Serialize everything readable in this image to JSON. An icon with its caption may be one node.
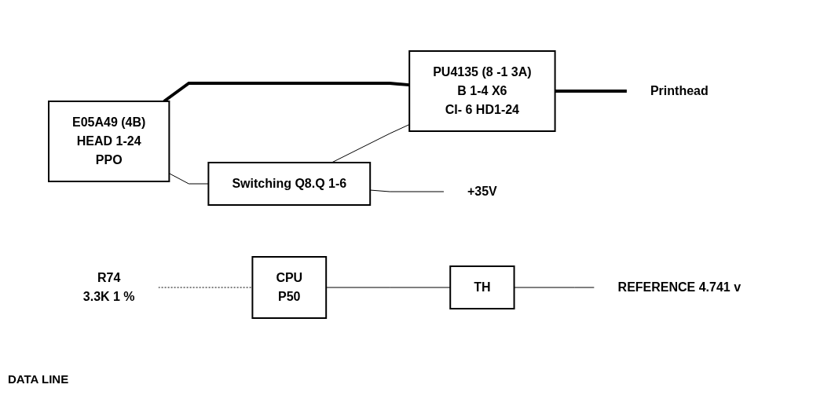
{
  "diagram": {
    "nodes": [
      {
        "text": [
          "E05A49 (4B)",
          "HEAD 1-24",
          "PPO"
        ]
      },
      {
        "text": [
          "PU4135 (8 -1 3A)",
          "B 1-4 X6",
          "CI- 6 HD1-24"
        ]
      },
      {
        "text": [
          "Switching Q8.Q 1-6"
        ]
      },
      {
        "text": [
          "+35V"
        ]
      },
      {
        "text": [
          "Printhead"
        ]
      },
      {
        "text": [
          "CPU",
          "P50"
        ]
      },
      {
        "text": [
          "TH"
        ]
      },
      {
        "text": [
          "REFERENCE 4.741 v"
        ]
      },
      {
        "text": [
          "R74",
          "3.3K 1 %"
        ]
      }
    ],
    "edges": [
      {
        "from": 0,
        "to": 1,
        "arrow": "none",
        "style": "thick"
      },
      {
        "from": 0,
        "to": 2,
        "arrow": "none"
      },
      {
        "from": 2,
        "to": 3,
        "arrow": "none"
      },
      {
        "from": 2,
        "to": 1,
        "arrow": "none"
      },
      {
        "from": 1,
        "to": 4,
        "arrow": "none",
        "style": "thick"
      },
      {
        "from": 5,
        "to": 6,
        "arrow": "none"
      },
      {
        "from": 6,
        "to": 7,
        "arrow": "none"
      },
      {
        "from": 8,
        "to": 5,
        "arrow": "none",
        "style": "dashed"
      }
    ],
    "labels": [
      "DATA LINE"
    ]
  }
}
